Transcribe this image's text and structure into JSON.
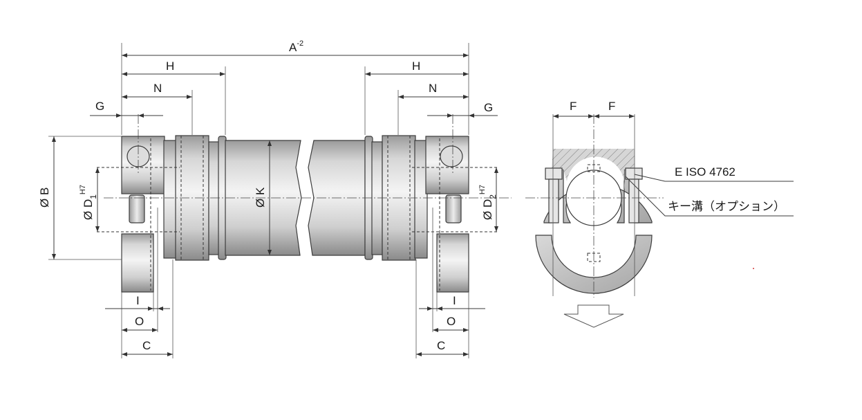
{
  "labels": {
    "A": "A",
    "A_sup": "-2",
    "H": "H",
    "N": "N",
    "G": "G",
    "B": "Ø B",
    "D1": "Ø D",
    "D1_sub": "1",
    "D1_sup": "H7",
    "D2": "Ø D",
    "D2_sub": "2",
    "D2_sup": "H7",
    "K": "Ø K",
    "I": "I",
    "O": "O",
    "C": "C",
    "F": "F"
  },
  "annotations": {
    "screw": "E ISO 4762",
    "keyway": "キー溝（オプション）"
  },
  "colors": {
    "line": "#333333",
    "metal_light": "#f2f2f2",
    "metal_mid": "#c9c9c9",
    "metal_dark": "#8d8d8d",
    "accent_red": "#d23c3c"
  }
}
